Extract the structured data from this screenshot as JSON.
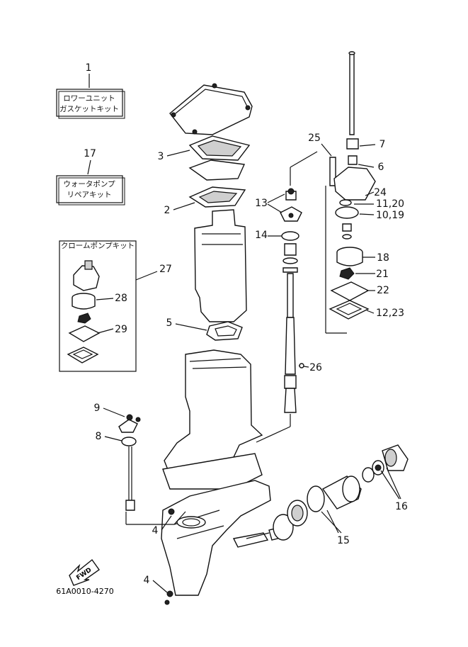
{
  "diagram": {
    "code": "61A0010-4270",
    "fwd": "FWD",
    "kits": [
      {
        "number": "1",
        "line1": "ロワーユニット",
        "line2": "ガスケットキット"
      },
      {
        "number": "17",
        "line1": "ウォータポンプ",
        "line2": "リペアキット"
      }
    ],
    "chrome_kit": {
      "title": "クロームポンプキット",
      "number": "27"
    },
    "callouts": [
      "3",
      "2",
      "5",
      "9",
      "8",
      "4",
      "4",
      "25",
      "7",
      "6",
      "24",
      "11,20",
      "10,19",
      "13",
      "14",
      "18",
      "21",
      "22",
      "12,23",
      "26",
      "28",
      "29",
      "15",
      "16"
    ]
  }
}
